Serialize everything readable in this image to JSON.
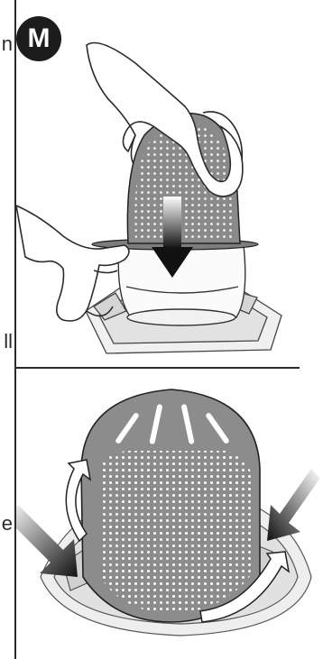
{
  "step_badge": {
    "letter": "M"
  },
  "cut_text_fragments": [
    "n",
    "ll",
    "e"
  ],
  "colors": {
    "filter_grey": "#8a8a8a",
    "outline": "#222222",
    "arrow_dark": "#1a1a1a",
    "base_grey": "#e6e6e6"
  }
}
